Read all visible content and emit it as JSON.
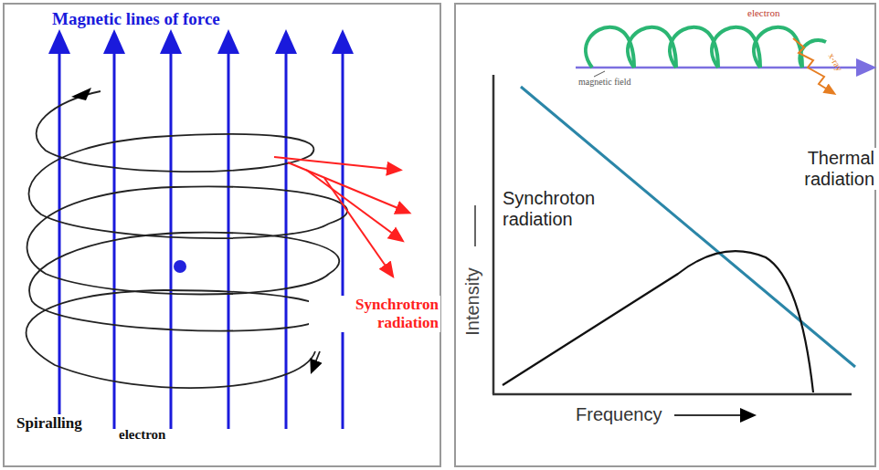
{
  "diagram": {
    "labels": [
      "Magnetic lines of force",
      "Synchrotron radiation",
      "Spiralling",
      "electron",
      "Synchroton radiation",
      "Thermal radiation",
      "Intensity",
      "Frequency",
      "magnetic field",
      "electron",
      "x-ray"
    ]
  }
}
